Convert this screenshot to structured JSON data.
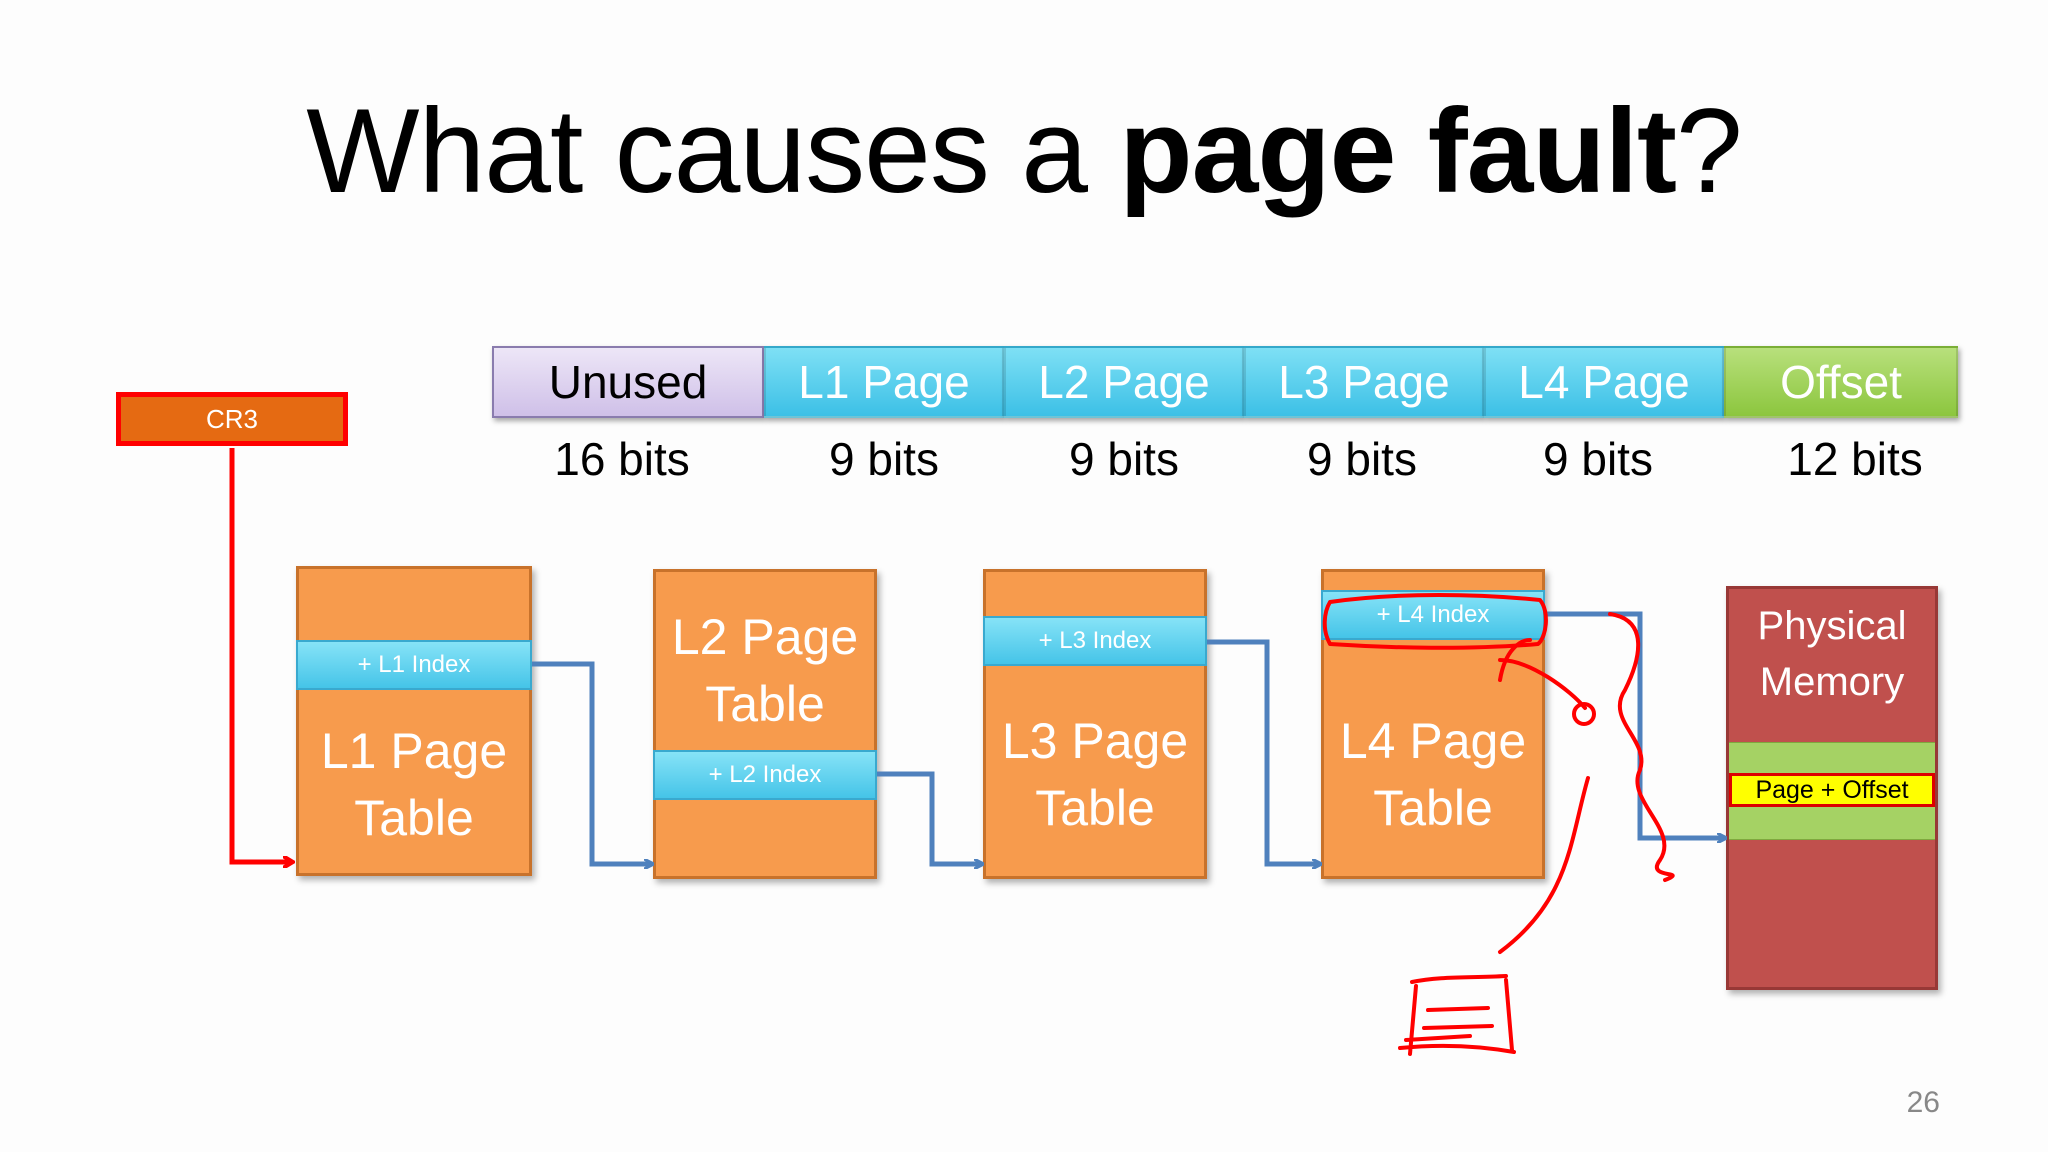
{
  "title": {
    "normal": "What causes a ",
    "bold": "page fault",
    "end": "?"
  },
  "address_fields": [
    {
      "label": "Unused",
      "bits": "16 bits"
    },
    {
      "label": "L1 Page",
      "bits": "9 bits"
    },
    {
      "label": "L2 Page",
      "bits": "9 bits"
    },
    {
      "label": "L3 Page",
      "bits": "9 bits"
    },
    {
      "label": "L4 Page",
      "bits": "9 bits"
    },
    {
      "label": "Offset",
      "bits": "12 bits"
    }
  ],
  "cr3": "CR3",
  "tables": [
    {
      "name_line1": "L1 Page",
      "name_line2": "Table",
      "index": "+ L1 Index"
    },
    {
      "name_line1": "L2 Page",
      "name_line2": "Table",
      "index": "+ L2 Index"
    },
    {
      "name_line1": "L3 Page",
      "name_line2": "Table",
      "index": "+ L3 Index"
    },
    {
      "name_line1": "L4 Page",
      "name_line2": "Table",
      "index": "+ L4 Index"
    }
  ],
  "physical_memory": {
    "line1": "Physical",
    "line2": "Memory",
    "entry": "Page + Offset"
  },
  "slide_number": "26",
  "colors": {
    "cr3_fill": "#e56a12",
    "cr3_border": "#ff0000",
    "table_fill": "#f79b4d",
    "index_fill": "#45c4e8",
    "physical_memory_fill": "#c0504d",
    "arrow_blue": "#4f81bd",
    "annotation_red": "#ff0000"
  }
}
